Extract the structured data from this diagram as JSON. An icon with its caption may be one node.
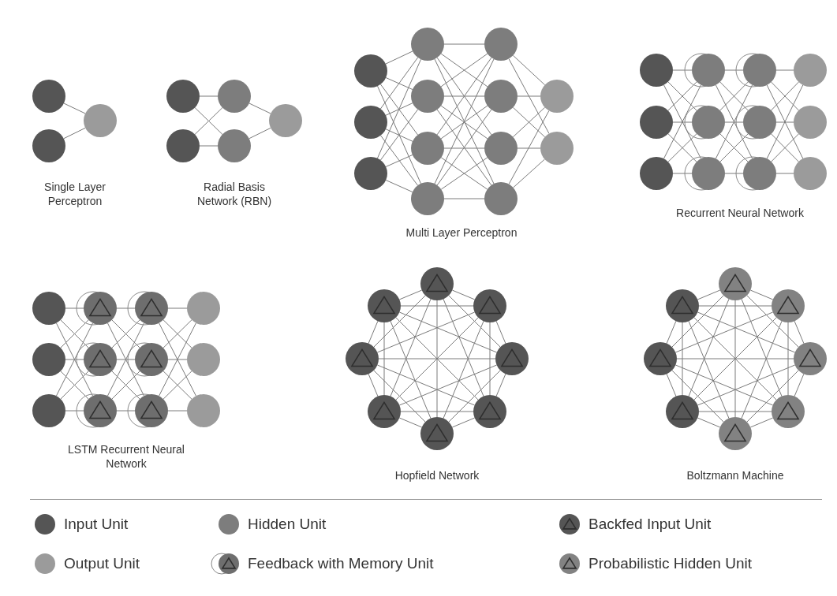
{
  "diagram": {
    "nodes": [
      {
        "text": [],
        "shape": "circle"
      },
      {
        "text": [],
        "shape": "circle"
      },
      {
        "text": [],
        "shape": "circle"
      },
      {
        "text": [],
        "shape": "circle"
      },
      {
        "text": [],
        "shape": "circle"
      },
      {
        "text": [],
        "shape": "circle"
      },
      {
        "text": [],
        "shape": "circle"
      },
      {
        "text": [],
        "shape": "circle"
      },
      {
        "text": [],
        "shape": "circle"
      },
      {
        "text": [],
        "shape": "circle"
      },
      {
        "text": [],
        "shape": "circle"
      },
      {
        "text": [],
        "shape": "circle"
      },
      {
        "text": [],
        "shape": "circle"
      },
      {
        "text": [],
        "shape": "circle"
      },
      {
        "text": [],
        "shape": "circle"
      },
      {
        "text": [],
        "shape": "circle"
      },
      {
        "text": [],
        "shape": "circle"
      },
      {
        "text": [],
        "shape": "circle"
      },
      {
        "text": [],
        "shape": "circle"
      },
      {
        "text": [],
        "shape": "circle"
      },
      {
        "text": [],
        "shape": "circle"
      },
      {
        "text": [],
        "shape": "circle"
      },
      {
        "text": [],
        "shape": "circle"
      },
      {
        "text": [],
        "shape": "circle"
      },
      {
        "text": [],
        "shape": "circle"
      },
      {
        "text": [],
        "shape": "circle"
      },
      {
        "text": [],
        "shape": "circle"
      },
      {
        "text": [],
        "shape": "circle"
      },
      {
        "text": [],
        "shape": "circle"
      },
      {
        "text": [],
        "shape": "circle"
      },
      {
        "text": [],
        "shape": "circle"
      },
      {
        "text": [],
        "shape": "circle"
      },
      {
        "text": [],
        "shape": "circle"
      },
      {
        "text": [],
        "shape": "circle"
      },
      {
        "text": [],
        "shape": "circle"
      },
      {
        "text": [],
        "shape": "circle"
      },
      {
        "text": [],
        "shape": "circle"
      },
      {
        "text": [],
        "shape": "circle"
      },
      {
        "text": [],
        "shape": "circle"
      },
      {
        "text": [],
        "shape": "circle"
      },
      {
        "text": [],
        "shape": "circle"
      },
      {
        "text": [],
        "shape": "circle"
      },
      {
        "text": [],
        "shape": "circle"
      },
      {
        "text": [],
        "shape": "circle"
      },
      {
        "text": [],
        "shape": "circle"
      },
      {
        "text": [],
        "shape": "circle"
      },
      {
        "text": [],
        "shape": "circle"
      },
      {
        "text": [],
        "shape": "circle"
      },
      {
        "text": [],
        "shape": "circle"
      },
      {
        "text": [],
        "shape": "circle"
      },
      {
        "text": [],
        "shape": "circle"
      },
      {
        "text": [],
        "shape": "circle"
      },
      {
        "text": [],
        "shape": "circle"
      },
      {
        "text": [],
        "shape": "circle"
      },
      {
        "text": [],
        "shape": "circle"
      },
      {
        "text": [],
        "shape": "circle"
      },
      {
        "text": [],
        "shape": "circle"
      },
      {
        "text": [],
        "shape": "circle"
      },
      {
        "text": [],
        "shape": "circle"
      },
      {
        "text": [],
        "shape": "circle"
      },
      {
        "text": [],
        "shape": "circle"
      }
    ],
    "edges": [
      {
        "from": 0,
        "to": 2,
        "arrow": "none"
      },
      {
        "from": 1,
        "to": 2,
        "arrow": "none"
      },
      {
        "from": 3,
        "to": 5,
        "arrow": "none"
      },
      {
        "from": 3,
        "to": 6,
        "arrow": "none"
      },
      {
        "from": 4,
        "to": 5,
        "arrow": "none"
      },
      {
        "from": 4,
        "to": 6,
        "arrow": "none"
      },
      {
        "from": 5,
        "to": 7,
        "arrow": "none"
      },
      {
        "from": 6,
        "to": 7,
        "arrow": "none"
      },
      {
        "from": 8,
        "to": 11,
        "arrow": "none"
      },
      {
        "from": 8,
        "to": 12,
        "arrow": "none"
      },
      {
        "from": 8,
        "to": 13,
        "arrow": "none"
      },
      {
        "from": 8,
        "to": 14,
        "arrow": "none"
      },
      {
        "from": 9,
        "to": 11,
        "arrow": "none"
      },
      {
        "from": 9,
        "to": 12,
        "arrow": "none"
      },
      {
        "from": 9,
        "to": 13,
        "arrow": "none"
      },
      {
        "from": 9,
        "to": 14,
        "arrow": "none"
      },
      {
        "from": 10,
        "to": 11,
        "arrow": "none"
      },
      {
        "from": 10,
        "to": 12,
        "arrow": "none"
      },
      {
        "from": 10,
        "to": 13,
        "arrow": "none"
      },
      {
        "from": 10,
        "to": 14,
        "arrow": "none"
      },
      {
        "from": 11,
        "to": 15,
        "arrow": "none"
      },
      {
        "from": 11,
        "to": 16,
        "arrow": "none"
      },
      {
        "from": 11,
        "to": 17,
        "arrow": "none"
      },
      {
        "from": 11,
        "to": 18,
        "arrow": "none"
      },
      {
        "from": 12,
        "to": 15,
        "arrow": "none"
      },
      {
        "from": 12,
        "to": 16,
        "arrow": "none"
      },
      {
        "from": 12,
        "to": 17,
        "arrow": "none"
      },
      {
        "from": 12,
        "to": 18,
        "arrow": "none"
      },
      {
        "from": 13,
        "to": 15,
        "arrow": "none"
      },
      {
        "from": 13,
        "to": 16,
        "arrow": "none"
      },
      {
        "from": 13,
        "to": 17,
        "arrow": "none"
      },
      {
        "from": 13,
        "to": 18,
        "arrow": "none"
      },
      {
        "from": 14,
        "to": 15,
        "arrow": "none"
      },
      {
        "from": 14,
        "to": 16,
        "arrow": "none"
      },
      {
        "from": 14,
        "to": 17,
        "arrow": "none"
      },
      {
        "from": 14,
        "to": 18,
        "arrow": "none"
      },
      {
        "from": 15,
        "to": 19,
        "arrow": "none"
      },
      {
        "from": 15,
        "to": 20,
        "arrow": "none"
      },
      {
        "from": 16,
        "to": 19,
        "arrow": "none"
      },
      {
        "from": 16,
        "to": 20,
        "arrow": "none"
      },
      {
        "from": 17,
        "to": 19,
        "arrow": "none"
      },
      {
        "from": 17,
        "to": 20,
        "arrow": "none"
      },
      {
        "from": 18,
        "to": 19,
        "arrow": "none"
      },
      {
        "from": 18,
        "to": 20,
        "arrow": "none"
      },
      {
        "from": 21,
        "to": 24,
        "arrow": "none"
      },
      {
        "from": 21,
        "to": 25,
        "arrow": "none"
      },
      {
        "from": 21,
        "to": 26,
        "arrow": "none"
      },
      {
        "from": 22,
        "to": 24,
        "arrow": "none"
      },
      {
        "from": 22,
        "to": 25,
        "arrow": "none"
      },
      {
        "from": 22,
        "to": 26,
        "arrow": "none"
      },
      {
        "from": 23,
        "to": 24,
        "arrow": "none"
      },
      {
        "from": 23,
        "to": 25,
        "arrow": "none"
      },
      {
        "from": 23,
        "to": 26,
        "arrow": "none"
      },
      {
        "from": 24,
        "to": 27,
        "arrow": "none"
      },
      {
        "from": 24,
        "to": 28,
        "arrow": "none"
      },
      {
        "from": 24,
        "to": 29,
        "arrow": "none"
      },
      {
        "from": 25,
        "to": 27,
        "arrow": "none"
      },
      {
        "from": 25,
        "to": 28,
        "arrow": "none"
      },
      {
        "from": 25,
        "to": 29,
        "arrow": "none"
      },
      {
        "from": 26,
        "to": 27,
        "arrow": "none"
      },
      {
        "from": 26,
        "to": 28,
        "arrow": "none"
      },
      {
        "from": 26,
        "to": 29,
        "arrow": "none"
      },
      {
        "from": 27,
        "to": 30,
        "arrow": "none"
      },
      {
        "from": 27,
        "to": 31,
        "arrow": "none"
      },
      {
        "from": 27,
        "to": 32,
        "arrow": "none"
      },
      {
        "from": 28,
        "to": 30,
        "arrow": "none"
      },
      {
        "from": 28,
        "to": 31,
        "arrow": "none"
      },
      {
        "from": 28,
        "to": 32,
        "arrow": "none"
      },
      {
        "from": 29,
        "to": 30,
        "arrow": "none"
      },
      {
        "from": 29,
        "to": 31,
        "arrow": "none"
      },
      {
        "from": 29,
        "to": 32,
        "arrow": "none"
      },
      {
        "from": 33,
        "to": 36,
        "arrow": "none"
      },
      {
        "from": 33,
        "to": 37,
        "arrow": "none"
      },
      {
        "from": 33,
        "to": 38,
        "arrow": "none"
      },
      {
        "from": 34,
        "to": 36,
        "arrow": "none"
      },
      {
        "from": 34,
        "to": 37,
        "arrow": "none"
      },
      {
        "from": 34,
        "to": 38,
        "arrow": "none"
      },
      {
        "from": 35,
        "to": 36,
        "arrow": "none"
      },
      {
        "from": 35,
        "to": 37,
        "arrow": "none"
      },
      {
        "from": 35,
        "to": 38,
        "arrow": "none"
      },
      {
        "from": 36,
        "to": 39,
        "arrow": "none"
      },
      {
        "from": 36,
        "to": 40,
        "arrow": "none"
      },
      {
        "from": 36,
        "to": 41,
        "arrow": "none"
      },
      {
        "from": 37,
        "to": 39,
        "arrow": "none"
      },
      {
        "from": 37,
        "to": 40,
        "arrow": "none"
      },
      {
        "from": 37,
        "to": 41,
        "arrow": "none"
      },
      {
        "from": 38,
        "to": 39,
        "arrow": "none"
      },
      {
        "from": 38,
        "to": 40,
        "arrow": "none"
      },
      {
        "from": 38,
        "to": 41,
        "arrow": "none"
      },
      {
        "from": 39,
        "to": 42,
        "arrow": "none"
      },
      {
        "from": 39,
        "to": 43,
        "arrow": "none"
      },
      {
        "from": 39,
        "to": 44,
        "arrow": "none"
      },
      {
        "from": 40,
        "to": 42,
        "arrow": "none"
      },
      {
        "from": 40,
        "to": 43,
        "arrow": "none"
      },
      {
        "from": 40,
        "to": 44,
        "arrow": "none"
      },
      {
        "from": 41,
        "to": 42,
        "arrow": "none"
      },
      {
        "from": 41,
        "to": 43,
        "arrow": "none"
      },
      {
        "from": 41,
        "to": 44,
        "arrow": "none"
      },
      {
        "from": 45,
        "to": 46,
        "arrow": "none"
      },
      {
        "from": 45,
        "to": 47,
        "arrow": "none"
      },
      {
        "from": 45,
        "to": 48,
        "arrow": "none"
      },
      {
        "from": 45,
        "to": 49,
        "arrow": "none"
      },
      {
        "from": 45,
        "to": 50,
        "arrow": "none"
      },
      {
        "from": 45,
        "to": 51,
        "arrow": "none"
      },
      {
        "from": 45,
        "to": 52,
        "arrow": "none"
      },
      {
        "from": 46,
        "to": 47,
        "arrow": "none"
      },
      {
        "from": 46,
        "to": 48,
        "arrow": "none"
      },
      {
        "from": 46,
        "to": 49,
        "arrow": "none"
      },
      {
        "from": 46,
        "to": 50,
        "arrow": "none"
      },
      {
        "from": 46,
        "to": 51,
        "arrow": "none"
      },
      {
        "from": 46,
        "to": 52,
        "arrow": "none"
      },
      {
        "from": 47,
        "to": 48,
        "arrow": "none"
      },
      {
        "from": 47,
        "to": 49,
        "arrow": "none"
      },
      {
        "from": 47,
        "to": 50,
        "arrow": "none"
      },
      {
        "from": 47,
        "to": 51,
        "arrow": "none"
      },
      {
        "from": 47,
        "to": 52,
        "arrow": "none"
      },
      {
        "from": 48,
        "to": 49,
        "arrow": "none"
      },
      {
        "from": 48,
        "to": 50,
        "arrow": "none"
      },
      {
        "from": 48,
        "to": 51,
        "arrow": "none"
      },
      {
        "from": 48,
        "to": 52,
        "arrow": "none"
      },
      {
        "from": 49,
        "to": 50,
        "arrow": "none"
      },
      {
        "from": 49,
        "to": 51,
        "arrow": "none"
      },
      {
        "from": 49,
        "to": 52,
        "arrow": "none"
      },
      {
        "from": 50,
        "to": 51,
        "arrow": "none"
      },
      {
        "from": 50,
        "to": 52,
        "arrow": "none"
      },
      {
        "from": 51,
        "to": 52,
        "arrow": "none"
      },
      {
        "from": 53,
        "to": 54,
        "arrow": "none"
      },
      {
        "from": 53,
        "to": 55,
        "arrow": "none"
      },
      {
        "from": 53,
        "to": 56,
        "arrow": "none"
      },
      {
        "from": 53,
        "to": 57,
        "arrow": "none"
      },
      {
        "from": 53,
        "to": 58,
        "arrow": "none"
      },
      {
        "from": 53,
        "to": 59,
        "arrow": "none"
      },
      {
        "from": 53,
        "to": 60,
        "arrow": "none"
      },
      {
        "from": 54,
        "to": 55,
        "arrow": "none"
      },
      {
        "from": 54,
        "to": 56,
        "arrow": "none"
      },
      {
        "from": 54,
        "to": 57,
        "arrow": "none"
      },
      {
        "from": 54,
        "to": 58,
        "arrow": "none"
      },
      {
        "from": 54,
        "to": 59,
        "arrow": "none"
      },
      {
        "from": 54,
        "to": 60,
        "arrow": "none"
      },
      {
        "from": 55,
        "to": 56,
        "arrow": "none"
      },
      {
        "from": 55,
        "to": 57,
        "arrow": "none"
      },
      {
        "from": 55,
        "to": 58,
        "arrow": "none"
      },
      {
        "from": 55,
        "to": 59,
        "arrow": "none"
      },
      {
        "from": 55,
        "to": 60,
        "arrow": "none"
      },
      {
        "from": 56,
        "to": 57,
        "arrow": "none"
      },
      {
        "from": 56,
        "to": 58,
        "arrow": "none"
      },
      {
        "from": 56,
        "to": 59,
        "arrow": "none"
      },
      {
        "from": 56,
        "to": 60,
        "arrow": "none"
      },
      {
        "from": 57,
        "to": 58,
        "arrow": "none"
      },
      {
        "from": 57,
        "to": 59,
        "arrow": "none"
      },
      {
        "from": 57,
        "to": 60,
        "arrow": "none"
      },
      {
        "from": 58,
        "to": 59,
        "arrow": "none"
      },
      {
        "from": 58,
        "to": 60,
        "arrow": "none"
      },
      {
        "from": 59,
        "to": 60,
        "arrow": "none"
      }
    ],
    "labels": [
      "Single Layer Perceptron",
      "Radial Basis Network (RBN)",
      "Multi Layer Perceptron",
      "Recurrent Neural Network",
      "LSTM Recurrent Neural Network",
      "Hopfield Network",
      "Boltzmann Machine"
    ],
    "legend": [
      {
        "text": "Input Unit",
        "color": "#555555"
      },
      {
        "text": "Hidden Unit",
        "color": "#7d7d7d"
      },
      {
        "text": "Backfed Input Unit"
      },
      {
        "text": "Output Unit",
        "color": "#9b9b9b"
      },
      {
        "text": "Feedback with Memory Unit"
      },
      {
        "text": "Probabilistic Hidden Unit"
      }
    ]
  }
}
